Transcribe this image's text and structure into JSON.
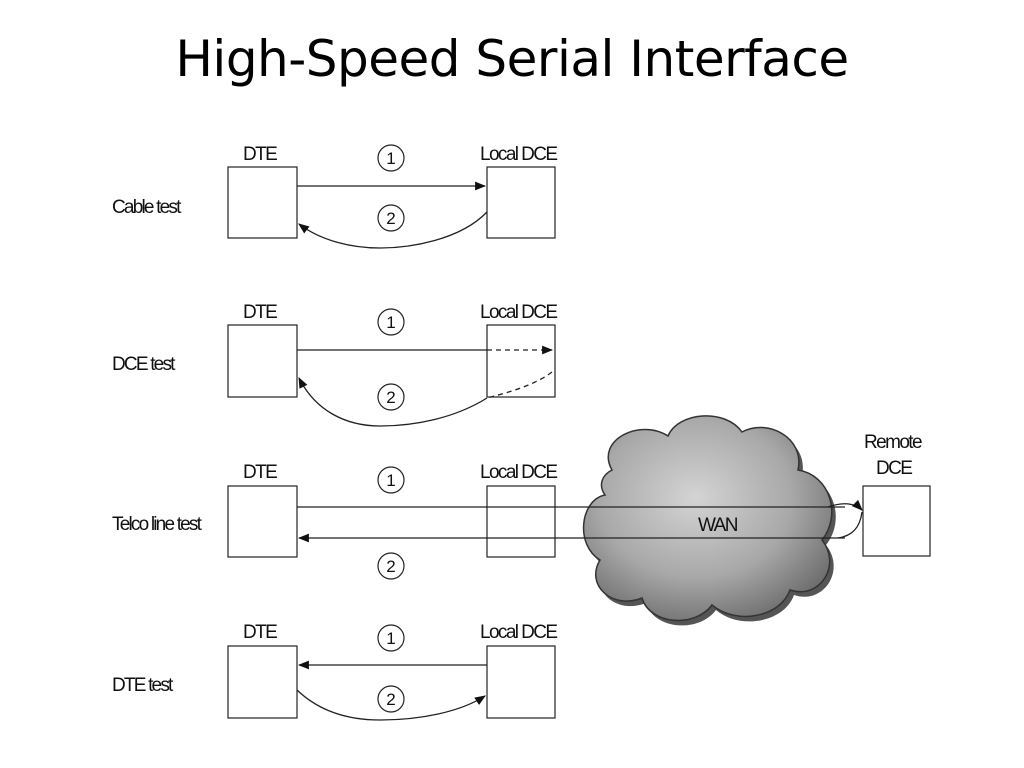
{
  "title": "High-Speed Serial Interface",
  "box_labels": {
    "dte": "DTE",
    "local_dce": "Local DCE",
    "remote_dce_line1": "Remote",
    "remote_dce_line2": "DCE",
    "wan": "WAN"
  },
  "step_numbers": [
    "1",
    "2"
  ],
  "rows": [
    {
      "label": "Cable test"
    },
    {
      "label": "DCE test"
    },
    {
      "label": "Telco line test"
    },
    {
      "label": "DTE test"
    }
  ],
  "colors": {
    "cloud_fill": "#a8a8a8",
    "cloud_shadow": "#555555",
    "line": "#222222"
  }
}
